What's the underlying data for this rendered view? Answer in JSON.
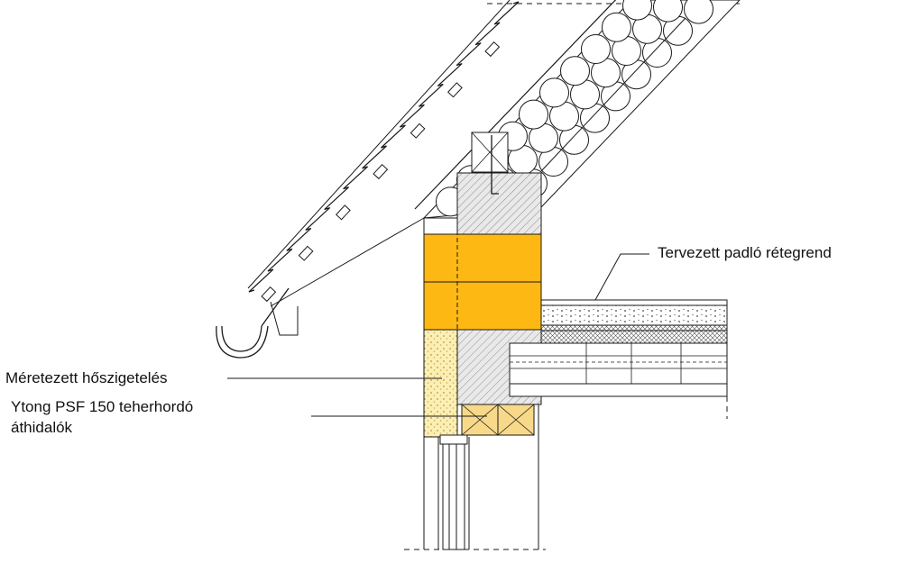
{
  "labels": {
    "floor_layers": "Tervezett padló rétegrend",
    "insulation": "Méretezett hőszigetelés",
    "lintel_line1": "Ytong PSF 150 teherhordó",
    "lintel_line2": "áthidalók"
  },
  "colors": {
    "line": "#1a1a1a",
    "ring_beam_orange": "#fdb813",
    "insulation_fill": "#fcefb4",
    "lintel_fill": "#f8d98a",
    "concrete_fill": "#e6e6e6"
  }
}
